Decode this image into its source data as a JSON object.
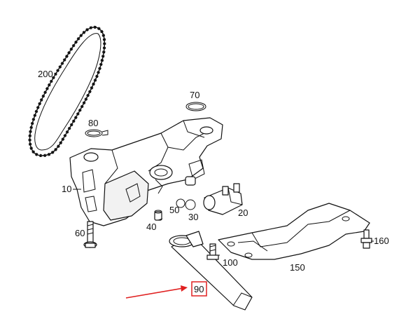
{
  "labels": {
    "p200": "200",
    "p70": "70",
    "p80": "80",
    "p10": "10",
    "p60": "60",
    "p40": "40",
    "p50": "50",
    "p30": "30",
    "p20": "20",
    "p100": "100",
    "p90": "90",
    "p150": "150",
    "p160": "160"
  },
  "colors": {
    "line": "#111111",
    "highlight": "#e02020",
    "background": "#ffffff"
  }
}
